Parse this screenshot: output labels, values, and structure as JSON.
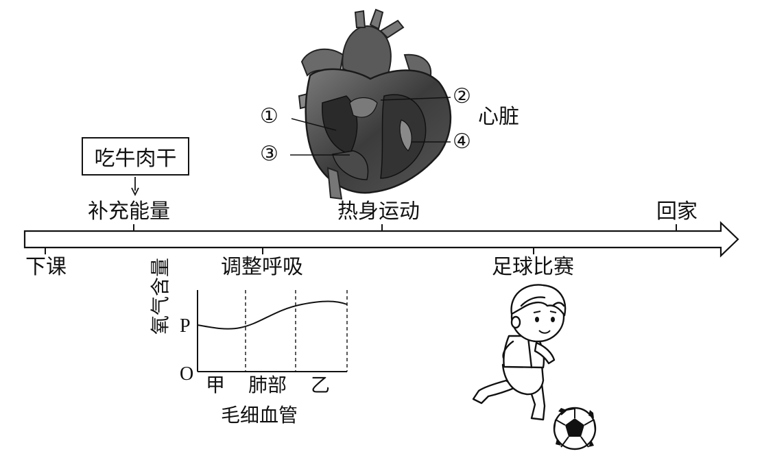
{
  "box_label": "吃牛肉干",
  "heart": {
    "labels": {
      "one": "①",
      "two": "②",
      "three": "③",
      "four": "④"
    },
    "caption": "心脏"
  },
  "timeline": {
    "above": [
      "补充能量",
      "热身运动",
      "回家"
    ],
    "below": [
      "下课",
      "调整呼吸",
      "足球比赛"
    ]
  },
  "graph": {
    "y_axis_label": "氧气含量",
    "p_label": "P",
    "origin_label": "O",
    "segments": [
      "甲",
      "肺部",
      "乙"
    ],
    "x_axis_caption": "毛细血管"
  },
  "colors": {
    "ink": "#111111",
    "heart_dark": "#3a3a3a",
    "heart_mid": "#6e6e6e",
    "heart_light": "#a9a9a9"
  },
  "icons": [
    "heart-illustration",
    "boy-kicking-ball-illustration",
    "soccer-ball-icon"
  ]
}
